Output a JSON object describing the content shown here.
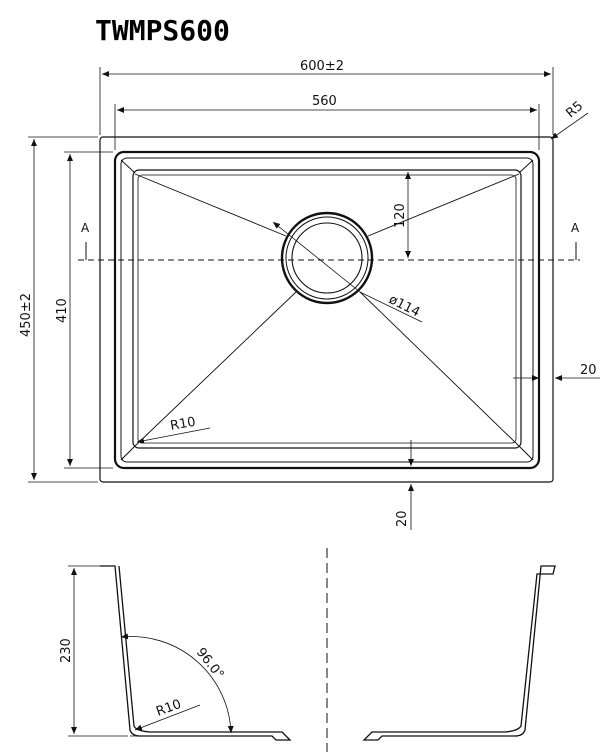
{
  "title": "TWMPS600",
  "top_view": {
    "dimensions": {
      "overall_width": "600±2",
      "inner_width": "560",
      "overall_depth": "450±2",
      "inner_depth": "410",
      "corner_radius_outer": "R5",
      "drain_offset": "120",
      "drain_diameter": "ø114",
      "flange_right": "20",
      "flange_bottom": "20",
      "corner_radius_inner": "R10"
    },
    "section_marks": {
      "left": "A",
      "right": "A"
    }
  },
  "section_view": {
    "dimensions": {
      "height": "230",
      "wall_angle": "96.0°",
      "bottom_radius": "R10"
    }
  }
}
